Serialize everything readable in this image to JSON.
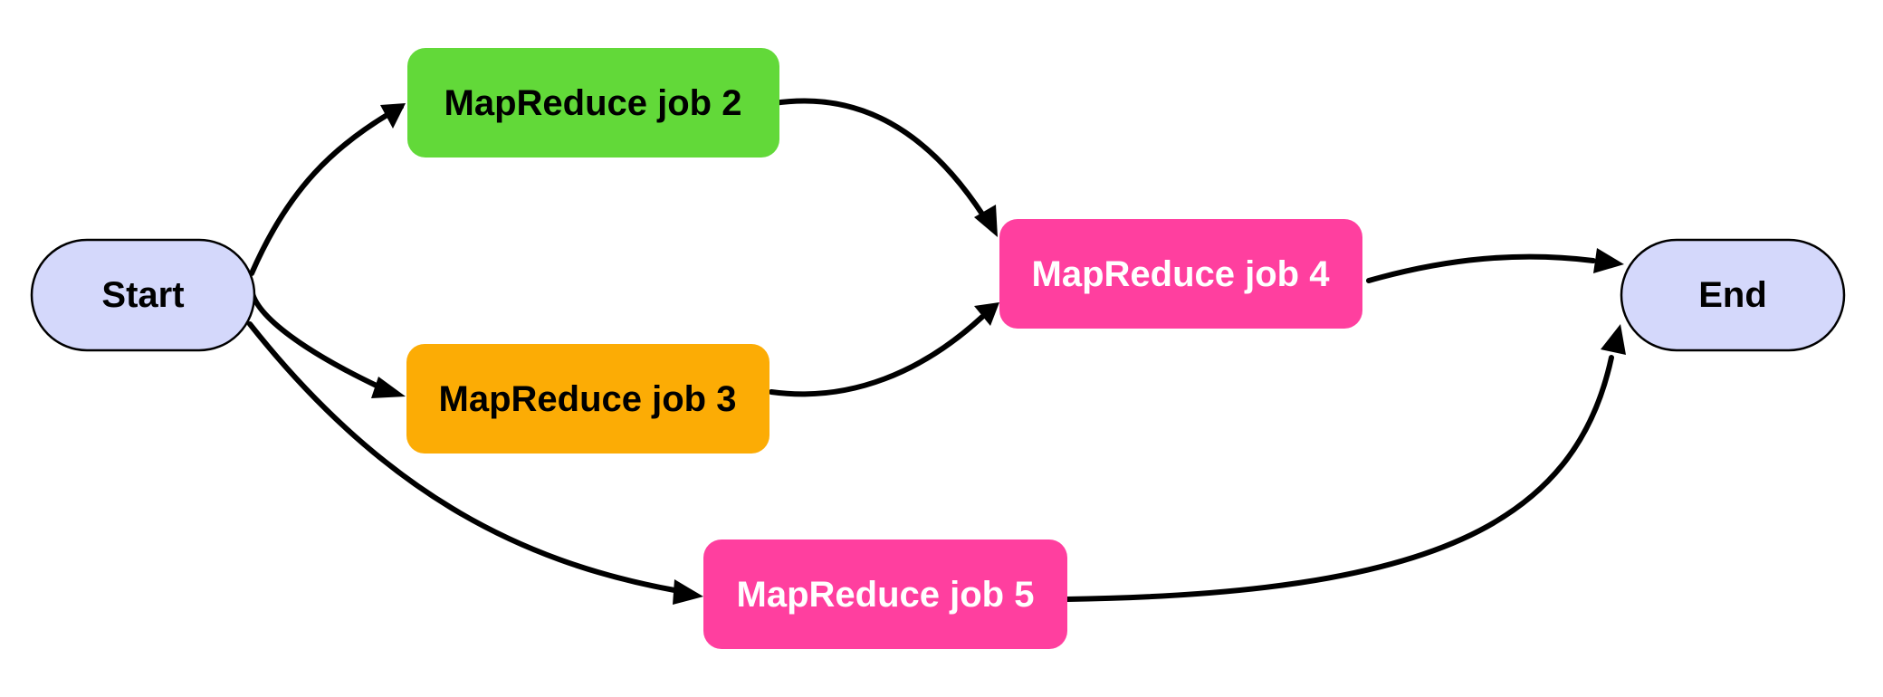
{
  "nodes": {
    "start": {
      "label": "Start",
      "fill": "#d4d8fb",
      "text_color": "#000000"
    },
    "job2": {
      "label": "MapReduce job 2",
      "fill": "#62d939",
      "text_color": "#000000"
    },
    "job3": {
      "label": "MapReduce job 3",
      "fill": "#fcac05",
      "text_color": "#000000"
    },
    "job4": {
      "label": "MapReduce job 4",
      "fill": "#ff3f9f",
      "text_color": "#ffffff"
    },
    "job5": {
      "label": "MapReduce job 5",
      "fill": "#ff3f9f",
      "text_color": "#ffffff"
    },
    "end": {
      "label": "End",
      "fill": "#d4d8fb",
      "text_color": "#000000"
    }
  },
  "edges": [
    {
      "from": "Start",
      "to": "MapReduce job 2"
    },
    {
      "from": "Start",
      "to": "MapReduce job 3"
    },
    {
      "from": "Start",
      "to": "MapReduce job 5"
    },
    {
      "from": "MapReduce job 2",
      "to": "MapReduce job 4"
    },
    {
      "from": "MapReduce job 3",
      "to": "MapReduce job 4"
    },
    {
      "from": "MapReduce job 4",
      "to": "End"
    },
    {
      "from": "MapReduce job 5",
      "to": "End"
    }
  ],
  "colors": {
    "edge": "#000000",
    "background": "#ffffff"
  }
}
